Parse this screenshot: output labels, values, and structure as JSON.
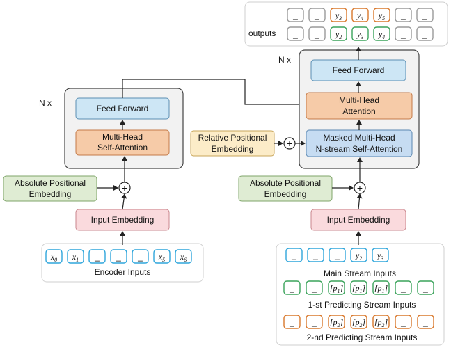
{
  "encoder": {
    "repeat_label": "N x",
    "feed_forward": "Feed Forward",
    "self_attention_line1": "Multi-Head",
    "self_attention_line2": "Self-Attention",
    "abs_pos_line1": "Absolute Positional",
    "abs_pos_line2": "Embedding",
    "input_embedding": "Input Embedding",
    "inputs_label": "Encoder Inputs",
    "tokens": [
      {
        "text": "x",
        "sub": "0"
      },
      {
        "text": "x",
        "sub": "1"
      },
      {
        "text": "_",
        "sub": ""
      },
      {
        "text": "_",
        "sub": ""
      },
      {
        "text": "_",
        "sub": ""
      },
      {
        "text": "x",
        "sub": "5"
      },
      {
        "text": "x",
        "sub": "6"
      }
    ]
  },
  "decoder": {
    "repeat_label": "N x",
    "feed_forward": "Feed Forward",
    "cross_attention_line1": "Multi-Head",
    "cross_attention_line2": "Attention",
    "masked_line1": "Masked Multi-Head",
    "masked_line2": "N-stream Self-Attention",
    "rel_pos_line1": "Relative Positional",
    "rel_pos_line2": "Embedding",
    "abs_pos_line1": "Absolute Positional",
    "abs_pos_line2": "Embedding",
    "input_embedding": "Input Embedding",
    "main_stream_label": "Main Stream Inputs",
    "predict1_label": "1-st Predicting Stream Inputs",
    "predict2_label": "2-nd Predicting Stream Inputs",
    "main_tokens": [
      {
        "text": "_",
        "sub": ""
      },
      {
        "text": "_",
        "sub": ""
      },
      {
        "text": "_",
        "sub": ""
      },
      {
        "text": "y",
        "sub": "2"
      },
      {
        "text": "y",
        "sub": "3"
      }
    ],
    "predict1_tokens": [
      {
        "text": "_",
        "sub": ""
      },
      {
        "text": "_",
        "sub": ""
      },
      {
        "text": "[p",
        "sub": "1",
        "close": "]"
      },
      {
        "text": "[p",
        "sub": "1",
        "close": "]"
      },
      {
        "text": "[p",
        "sub": "1",
        "close": "]"
      },
      {
        "text": "_",
        "sub": ""
      },
      {
        "text": "_",
        "sub": ""
      }
    ],
    "predict2_tokens": [
      {
        "text": "_",
        "sub": ""
      },
      {
        "text": "_",
        "sub": ""
      },
      {
        "text": "[p",
        "sub": "2",
        "close": "]"
      },
      {
        "text": "[p",
        "sub": "2",
        "close": "]"
      },
      {
        "text": "[p",
        "sub": "2",
        "close": "]"
      },
      {
        "text": "_",
        "sub": ""
      },
      {
        "text": "_",
        "sub": ""
      }
    ]
  },
  "outputs": {
    "label": "outputs",
    "row1": [
      {
        "text": "_",
        "sub": ""
      },
      {
        "text": "_",
        "sub": ""
      },
      {
        "text": "y",
        "sub": "3"
      },
      {
        "text": "y",
        "sub": "4"
      },
      {
        "text": "y",
        "sub": "5"
      },
      {
        "text": "_",
        "sub": ""
      },
      {
        "text": "_",
        "sub": ""
      }
    ],
    "row2": [
      {
        "text": "_",
        "sub": ""
      },
      {
        "text": "_",
        "sub": ""
      },
      {
        "text": "y",
        "sub": "2"
      },
      {
        "text": "y",
        "sub": "3"
      },
      {
        "text": "y",
        "sub": "4"
      },
      {
        "text": "_",
        "sub": ""
      },
      {
        "text": "_",
        "sub": ""
      }
    ]
  },
  "plus_symbol": "+",
  "colors": {
    "feed_forward": "#cde6f5",
    "attention": "#f6cba8",
    "masked_attention": "#c6dcf2",
    "abs_pos": "#dfecd3",
    "rel_pos": "#fcecc8",
    "input_embedding": "#fadadd",
    "layer_box": "#f2f2f2",
    "token_blue": "#2fa6dc",
    "token_green": "#3aa35a",
    "token_orange": "#d9782c",
    "token_gray": "#9a9a9a"
  }
}
